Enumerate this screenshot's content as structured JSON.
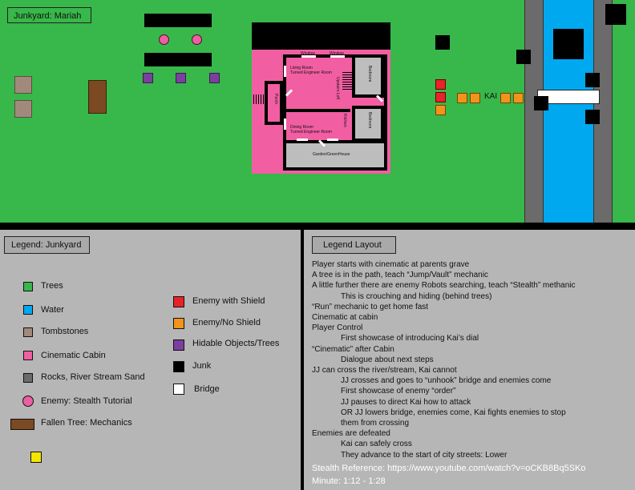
{
  "map": {
    "title": "Junkyard: Mariah",
    "kai_label": "KAI",
    "cabin": {
      "living_room": "Living Room\nTurned Engineer Room",
      "dining_room": "Dining Room\nTurned Engineer Room",
      "bedroom_top": "Bedroom",
      "bedroom_bottom": "Bedroom",
      "porch": "Porch",
      "upstairs": "Upstairs Loft",
      "kitchen": "Kitchen",
      "garden": "Garden/GreenHouse",
      "window_left": "Window",
      "window_right": "Window"
    },
    "colors": {
      "grass": "#38b74a",
      "water": "#00a8f0",
      "rock": "#6b6b6b",
      "cabin": "#f25ea2"
    }
  },
  "legend_junkyard": {
    "title": "Legend: Junkyard",
    "items": [
      {
        "label": "Trees",
        "color": "#38b74a",
        "icon": "square"
      },
      {
        "label": "Water",
        "color": "#00a8f0",
        "icon": "square"
      },
      {
        "label": "Tombstones",
        "color": "#a18a7c",
        "icon": "square"
      },
      {
        "label": "Cinematic Cabin",
        "color": "#f25ea2",
        "icon": "square"
      },
      {
        "label": "Rocks, River Stream Sand",
        "color": "#6b6b6b",
        "icon": "square"
      },
      {
        "label": "Enemy: Stealth Tutorial",
        "color": "#ee5ea2",
        "icon": "circle"
      },
      {
        "label": "Fallen Tree: Mechanics",
        "color": "#7b4a22",
        "icon": "rect"
      }
    ],
    "items_right": [
      {
        "label": "Enemy with Shield",
        "color": "#e8222a"
      },
      {
        "label": "Enemy/No Shield",
        "color": "#f2931c"
      },
      {
        "label": "Hidable Objects/Trees",
        "color": "#7b3fa0"
      },
      {
        "label": "Junk",
        "color": "#000000"
      },
      {
        "label": "Bridge",
        "color": "#ffffff"
      }
    ],
    "extra_swatch_color": "#f5e600"
  },
  "legend_layout": {
    "title": "Legend Layout",
    "lines": [
      {
        "text": "Player starts with cinematic at parents grave",
        "indent": false
      },
      {
        "text": "A tree is in the path, teach “Jump/Vault” mechanic",
        "indent": false
      },
      {
        "text": "A little further there are enemy Robots searching, teach “Stealth” methanic",
        "indent": false
      },
      {
        "text": "This is crouching and hiding (behind trees)",
        "indent": true
      },
      {
        "text": "“Run” mechanic to get home fast",
        "indent": false
      },
      {
        "text": "Cinematic at cabin",
        "indent": false
      },
      {
        "text": "Player Control",
        "indent": false
      },
      {
        "text": "First showcase of introducing Kai’s dial",
        "indent": true
      },
      {
        "text": "“Cinematic” after Cabin",
        "indent": false
      },
      {
        "text": "Dialogue about next steps",
        "indent": true
      },
      {
        "text": "JJ can cross the river/stream, Kai cannot",
        "indent": false
      },
      {
        "text": "JJ crosses and goes to “unhook” bridge and enemies come",
        "indent": true
      },
      {
        "text": "First showcase of enemy “order”",
        "indent": true
      },
      {
        "text": "JJ pauses to direct Kai how to attack",
        "indent": true
      },
      {
        "text": "OR JJ lowers bridge, enemies come, Kai fights enemies to stop",
        "indent": true
      },
      {
        "text": "them from crossing",
        "indent": true
      },
      {
        "text": "Enemies are defeated",
        "indent": false
      },
      {
        "text": "Kai can safely cross",
        "indent": true
      },
      {
        "text": "They advance to the start of city streets: Lower",
        "indent": true
      }
    ],
    "reference_line": "Stealth Reference: https://www.youtube.com/watch?v=oCKB8Bq5SKo",
    "minute_line": "Minute: 1:12 - 1:28"
  }
}
